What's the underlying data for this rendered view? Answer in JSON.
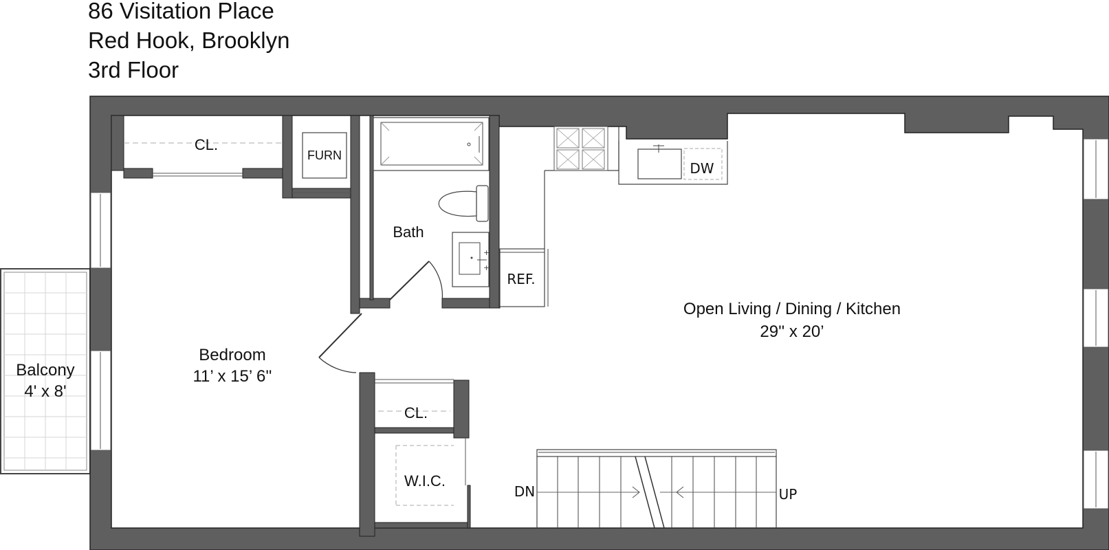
{
  "header": {
    "address": "86 Visitation Place",
    "neighborhood": "Red Hook, Brooklyn",
    "floor": "3rd Floor"
  },
  "rooms": {
    "closet_top": "CL.",
    "furnace": "FURN",
    "bath": "Bath",
    "dishwasher": "DW",
    "refrigerator": "REF.",
    "living_name": "Open Living / Dining / Kitchen",
    "living_size": "29'' x 20’",
    "bedroom_name": "Bedroom",
    "bedroom_size": "11’ x 15’ 6''",
    "balcony_name": "Balcony",
    "balcony_size": "4' x 8'",
    "closet_hall": "CL.",
    "walk_in_closet": "W.I.C.",
    "stair_down": "DN",
    "stair_up": "UP"
  },
  "colors": {
    "wall": "#5f5f5f",
    "line": "#333333",
    "fixture": "#555555"
  }
}
